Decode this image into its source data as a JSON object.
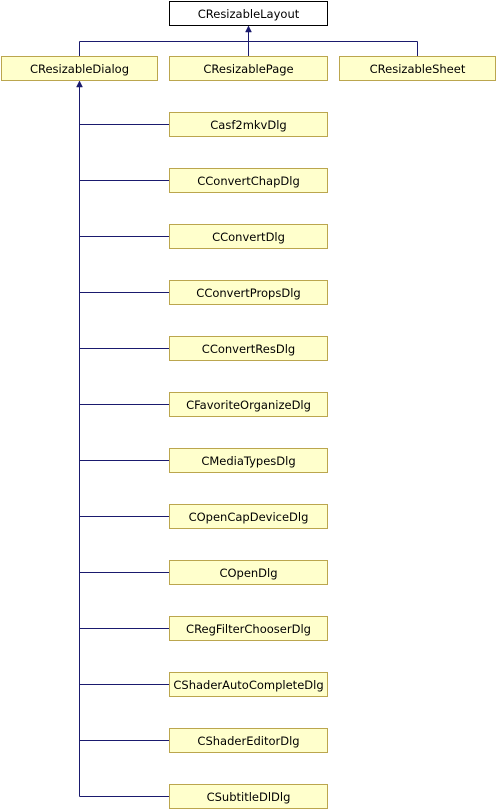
{
  "diagram": {
    "root": {
      "label": "CResizableLayout"
    },
    "level1": [
      {
        "label": "CResizableDialog"
      },
      {
        "label": "CResizablePage"
      },
      {
        "label": "CResizableSheet"
      }
    ],
    "dialogs": [
      {
        "label": "Casf2mkvDlg"
      },
      {
        "label": "CConvertChapDlg"
      },
      {
        "label": "CConvertDlg"
      },
      {
        "label": "CConvertPropsDlg"
      },
      {
        "label": "CConvertResDlg"
      },
      {
        "label": "CFavoriteOrganizeDlg"
      },
      {
        "label": "CMediaTypesDlg"
      },
      {
        "label": "COpenCapDeviceDlg"
      },
      {
        "label": "COpenDlg"
      },
      {
        "label": "CRegFilterChooserDlg"
      },
      {
        "label": "CShaderAutoCompleteDlg"
      },
      {
        "label": "CShaderEditorDlg"
      },
      {
        "label": "CSubtitleDlDlg"
      }
    ],
    "colors": {
      "node_fill": "#ffffcc",
      "node_border": "#bba64e",
      "root_fill": "#ffffff",
      "root_border": "#000000",
      "edge": "#1a1a6e"
    }
  }
}
